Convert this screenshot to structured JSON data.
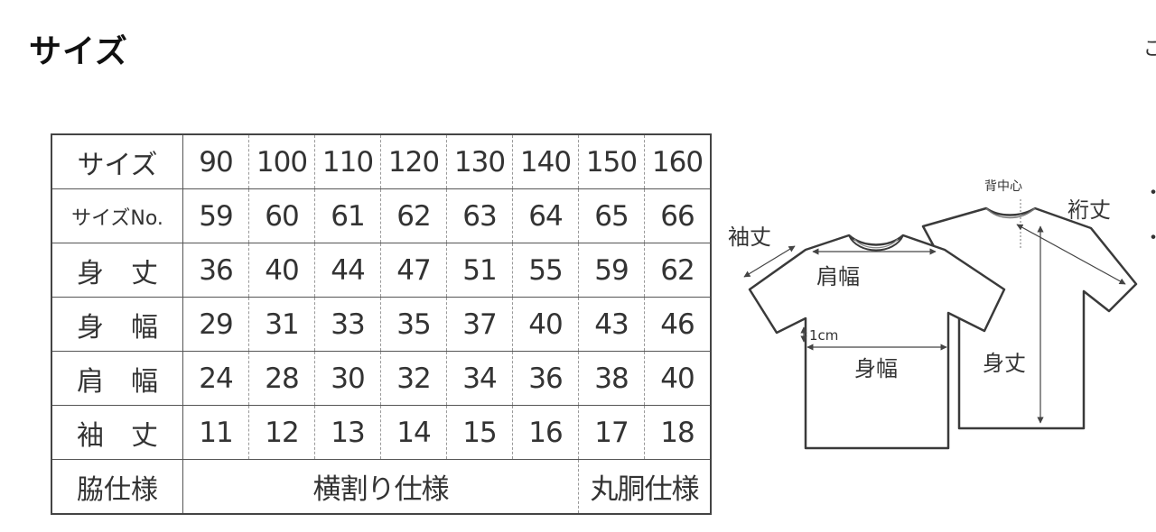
{
  "page": {
    "title": "サイズ"
  },
  "edge_text": [
    "ご",
    "・",
    "・"
  ],
  "size_table": {
    "rows": [
      {
        "label": "サイズ",
        "values": [
          "90",
          "100",
          "110",
          "120",
          "130",
          "140",
          "150",
          "160"
        ]
      },
      {
        "label": "サイズNo.",
        "values": [
          "59",
          "60",
          "61",
          "62",
          "63",
          "64",
          "65",
          "66"
        ]
      },
      {
        "label": "身　丈",
        "values": [
          "36",
          "40",
          "44",
          "47",
          "51",
          "55",
          "59",
          "62"
        ]
      },
      {
        "label": "身　幅",
        "values": [
          "29",
          "31",
          "33",
          "35",
          "37",
          "40",
          "43",
          "46"
        ]
      },
      {
        "label": "肩　幅",
        "values": [
          "24",
          "28",
          "30",
          "32",
          "34",
          "36",
          "38",
          "40"
        ]
      },
      {
        "label": "袖　丈",
        "values": [
          "11",
          "12",
          "13",
          "14",
          "15",
          "16",
          "17",
          "18"
        ]
      }
    ],
    "spec_row": {
      "label": "脇仕様",
      "left_value": "横割り仕様",
      "right_value": "丸胴仕様"
    }
  },
  "diagram": {
    "labels": {
      "back_center": "背中心",
      "sleeve_length": "袖丈",
      "yuki_length": "裄丈",
      "shoulder_width": "肩幅",
      "one_cm": "1cm",
      "body_width": "身幅",
      "body_length": "身丈"
    }
  }
}
